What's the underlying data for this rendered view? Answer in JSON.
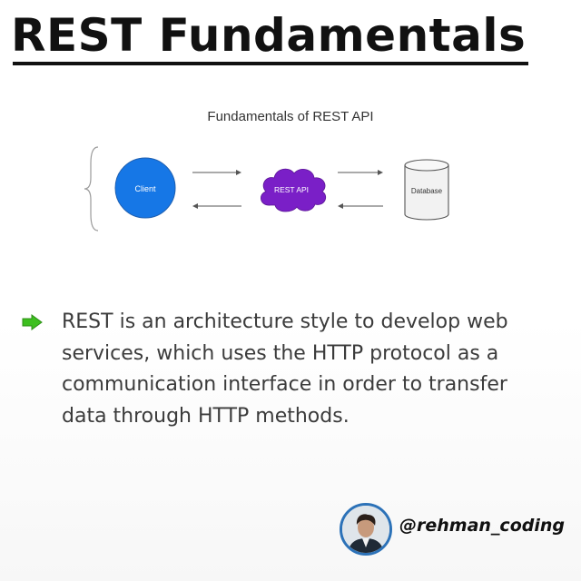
{
  "slide": {
    "title": "REST Fundamentals",
    "bullet_text": "REST is an architecture style to develop web services, which uses the HTTP protocol as a communication interface in order to transfer data through HTTP methods.",
    "handle": "@rehman_coding"
  },
  "diagram": {
    "title": "Fundamentals of REST API",
    "nodes": {
      "client": {
        "label": "Client",
        "color": "#1677e6"
      },
      "rest_api": {
        "label": "REST API",
        "color": "#7a1fc7"
      },
      "database": {
        "label": "Database"
      }
    }
  },
  "colors": {
    "bullet_arrow": "#3dbf1f",
    "text": "#3b3b3b",
    "title": "#111111"
  },
  "icons": {
    "bullet": "right-arrow-icon",
    "avatar": "profile-photo"
  }
}
